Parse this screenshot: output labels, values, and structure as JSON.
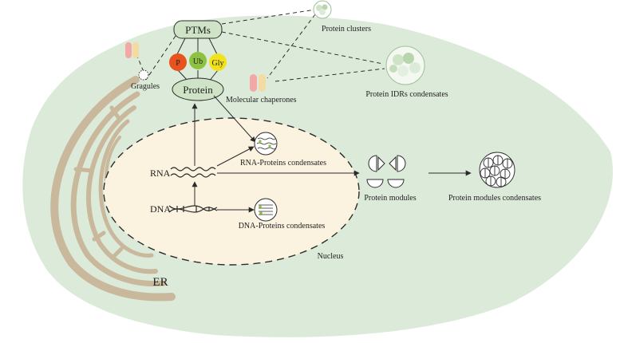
{
  "labels": {
    "ptms": "PTMs",
    "p": "P",
    "ub": "Ub",
    "gly": "Gly",
    "protein": "Protein",
    "granules": "Gragules",
    "molecular_chaperones": "Molecular chaperones",
    "protein_clusters": "Protein clusters",
    "protein_idrs_condensates": "Protein IDRs condensates",
    "rna": "RNA",
    "dna": "DNA",
    "rna_proteins_condensates": "RNA-Proteins condensates",
    "dna_proteins_condensates": "DNA-Proteins condensates",
    "protein_modules": "Protein modules",
    "protein_modules_condensates": "Protein modules condensates",
    "nucleus": "Nucleus",
    "er": "ER"
  },
  "colors": {
    "cytoplasm": "#dcebd9",
    "nucleus": "#fbf2e0",
    "er": "#c9b89c",
    "ptm_box": "#cfe3c6",
    "phospho": "#e8521e",
    "ubiquitin": "#8cc23f",
    "glycosylation": "#f2e21c",
    "line": "#2b2b2b"
  },
  "icons": {
    "phospho": "circle-P",
    "ubiquitin": "circle-Ub",
    "glyco": "circle-Gly",
    "chaperone": "paired-capsule-icon",
    "granule": "granule-icon",
    "cluster": "cluster-circle-icon",
    "droplet": "condensate-droplet-icon"
  }
}
